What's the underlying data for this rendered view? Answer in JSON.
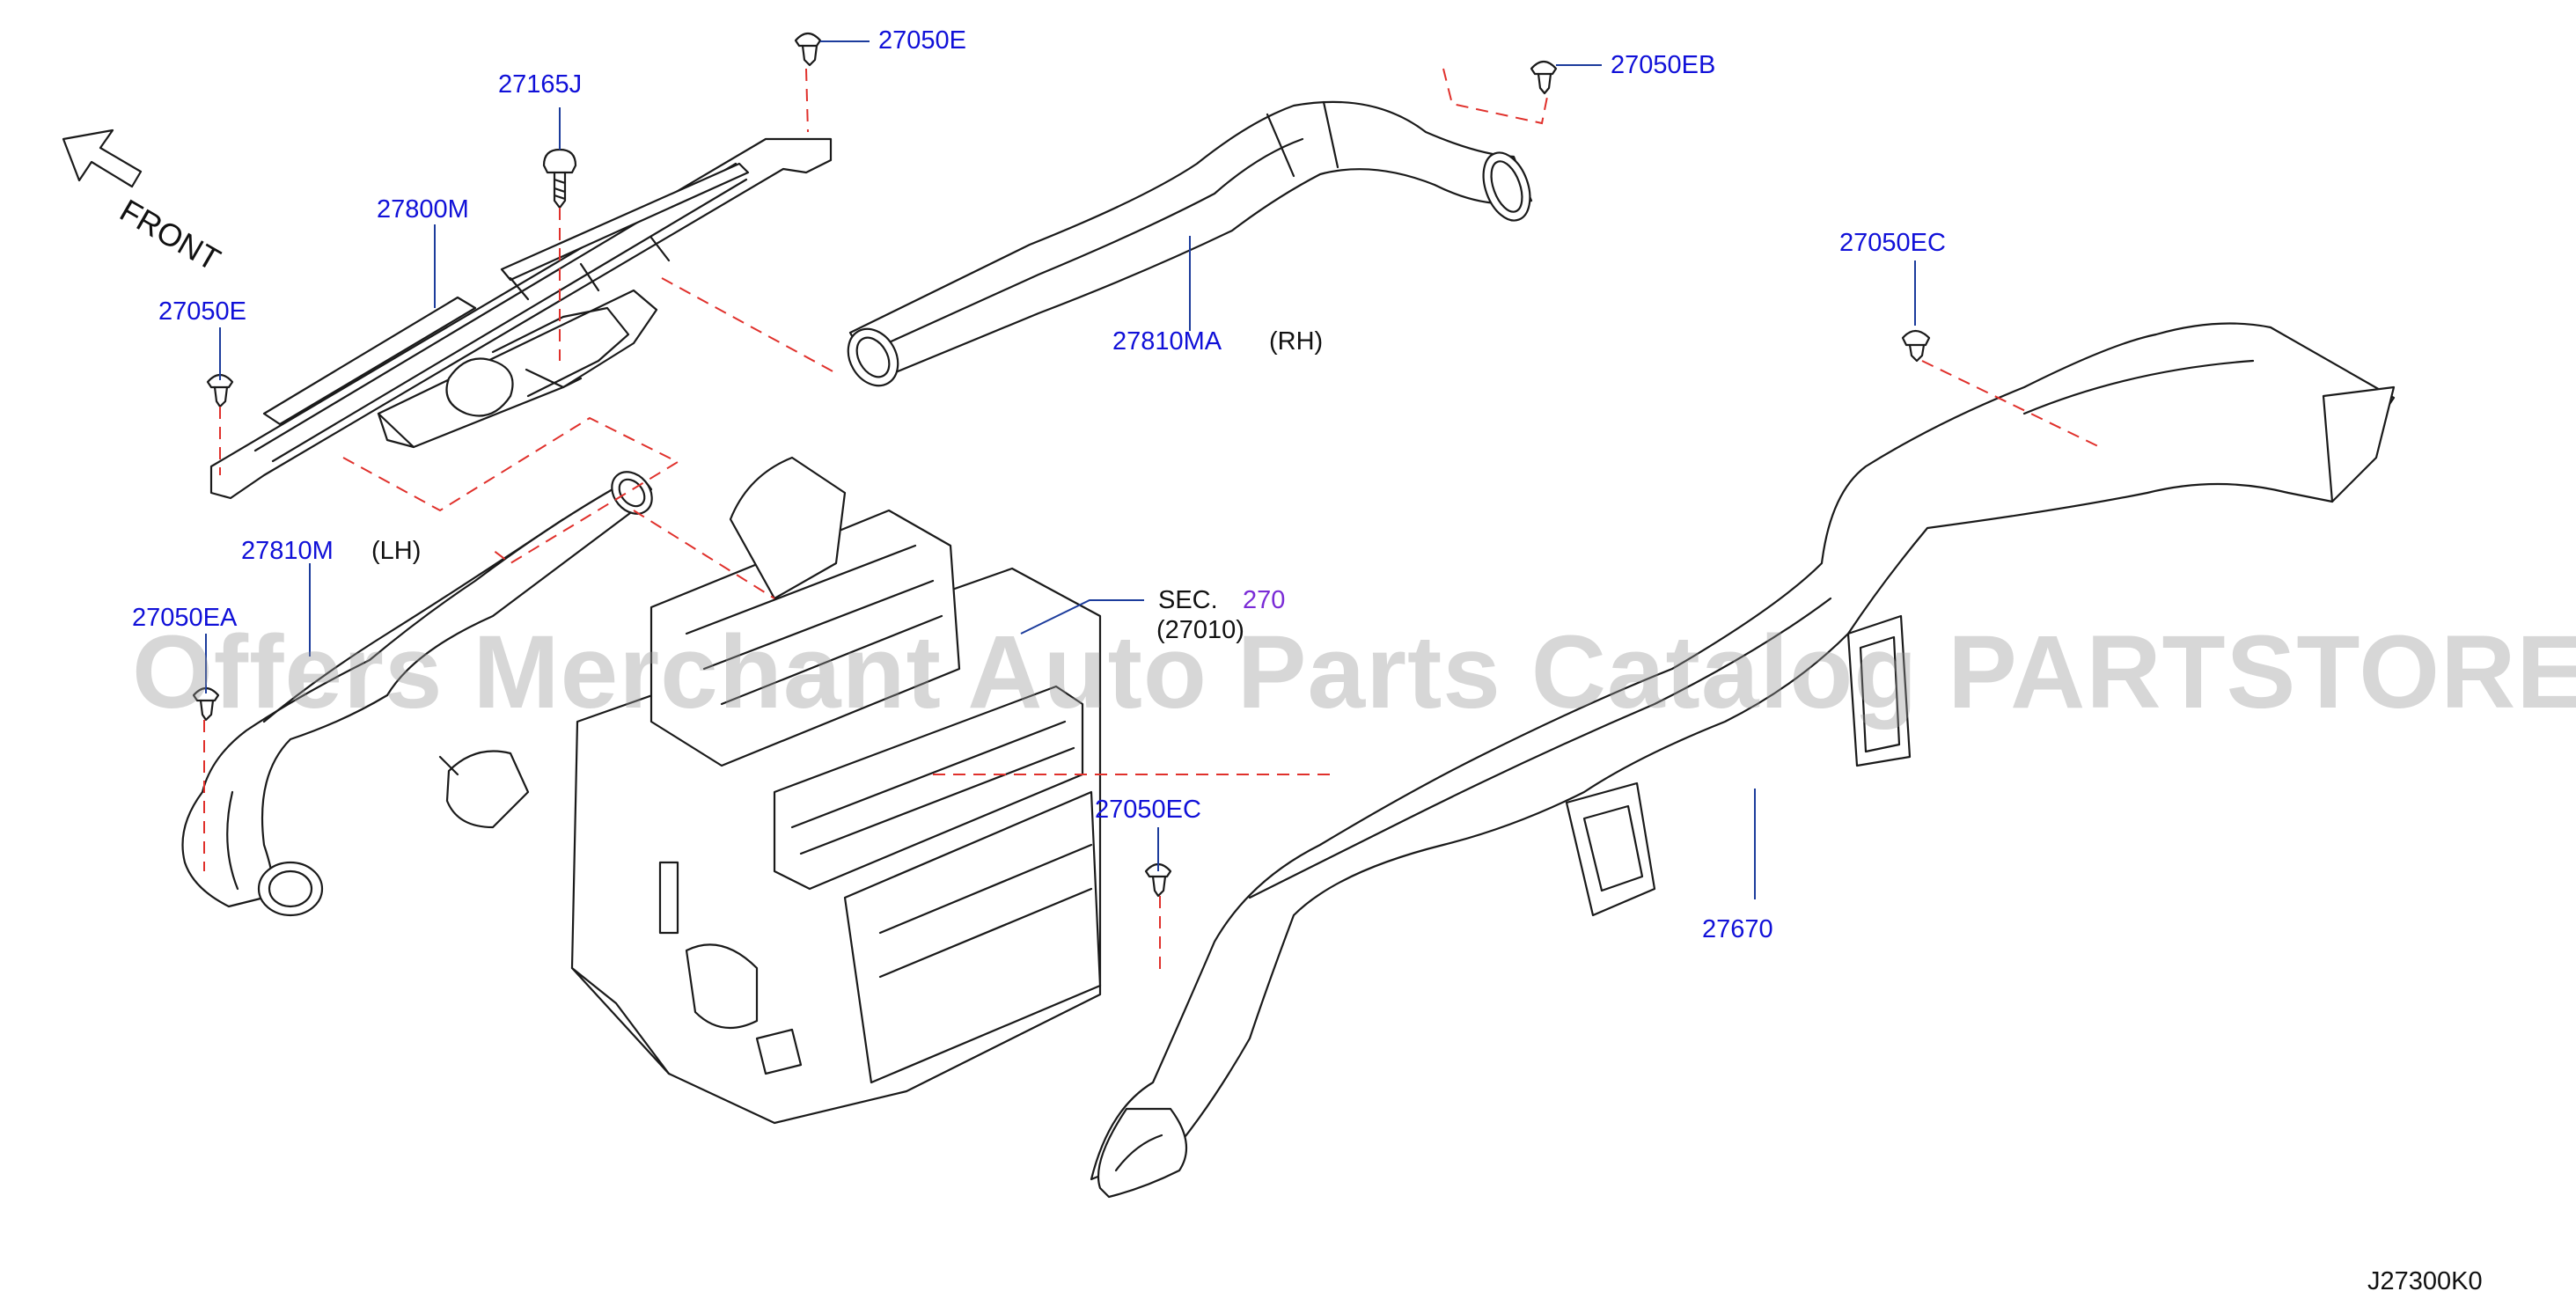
{
  "labels": {
    "p27050E_top": "27050E",
    "p27165J": "27165J",
    "p27050EB": "27050EB",
    "p27800M": "27800M",
    "p27050E_left": "27050E",
    "p27810MA": "27810MA",
    "rh": "(RH)",
    "p27050EC_right": "27050EC",
    "p27810M": "27810M",
    "lh": "(LH)",
    "p27050EA": "27050EA",
    "sec_prefix": "SEC.",
    "sec_number": "270",
    "sec_sub": "(27010)",
    "p27050EC_mid": "27050EC",
    "p27670": "27670",
    "front": "FRONT",
    "diagram_code": "J27300K0"
  },
  "watermark": "Offers Merchant Auto Parts Catalog PARTSTORE.SA",
  "colors": {
    "part_number": "#1010d8",
    "section_ref": "#7a2bd6",
    "leader": "#1c3c9c",
    "dashed_guide": "#e0302b",
    "outline": "#1a1a1a"
  }
}
